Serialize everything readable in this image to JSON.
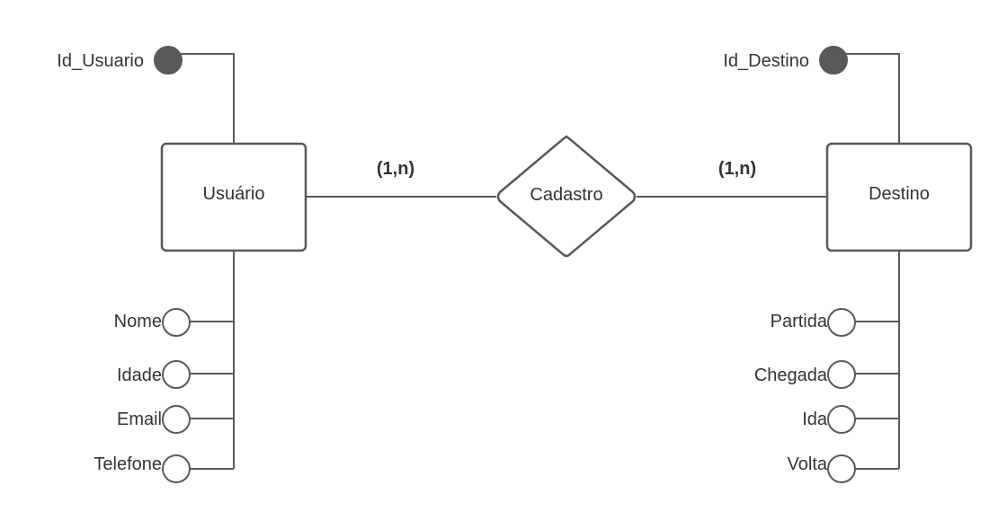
{
  "entities": {
    "usuario": {
      "label": "Usuário",
      "key": "Id_Usuario",
      "attributes": [
        "Nome",
        "Idade",
        "Email",
        "Telefone"
      ]
    },
    "destino": {
      "label": "Destino",
      "key": "Id_Destino",
      "attributes": [
        "Partida",
        "Chegada",
        "Ida",
        "Volta"
      ]
    }
  },
  "relationship": {
    "label": "Cadastro",
    "cardinality_left": "(1,n)",
    "cardinality_right": "(1,n)"
  },
  "colors": {
    "stroke": "#595959",
    "text": "#333333",
    "background": "#ffffff"
  }
}
